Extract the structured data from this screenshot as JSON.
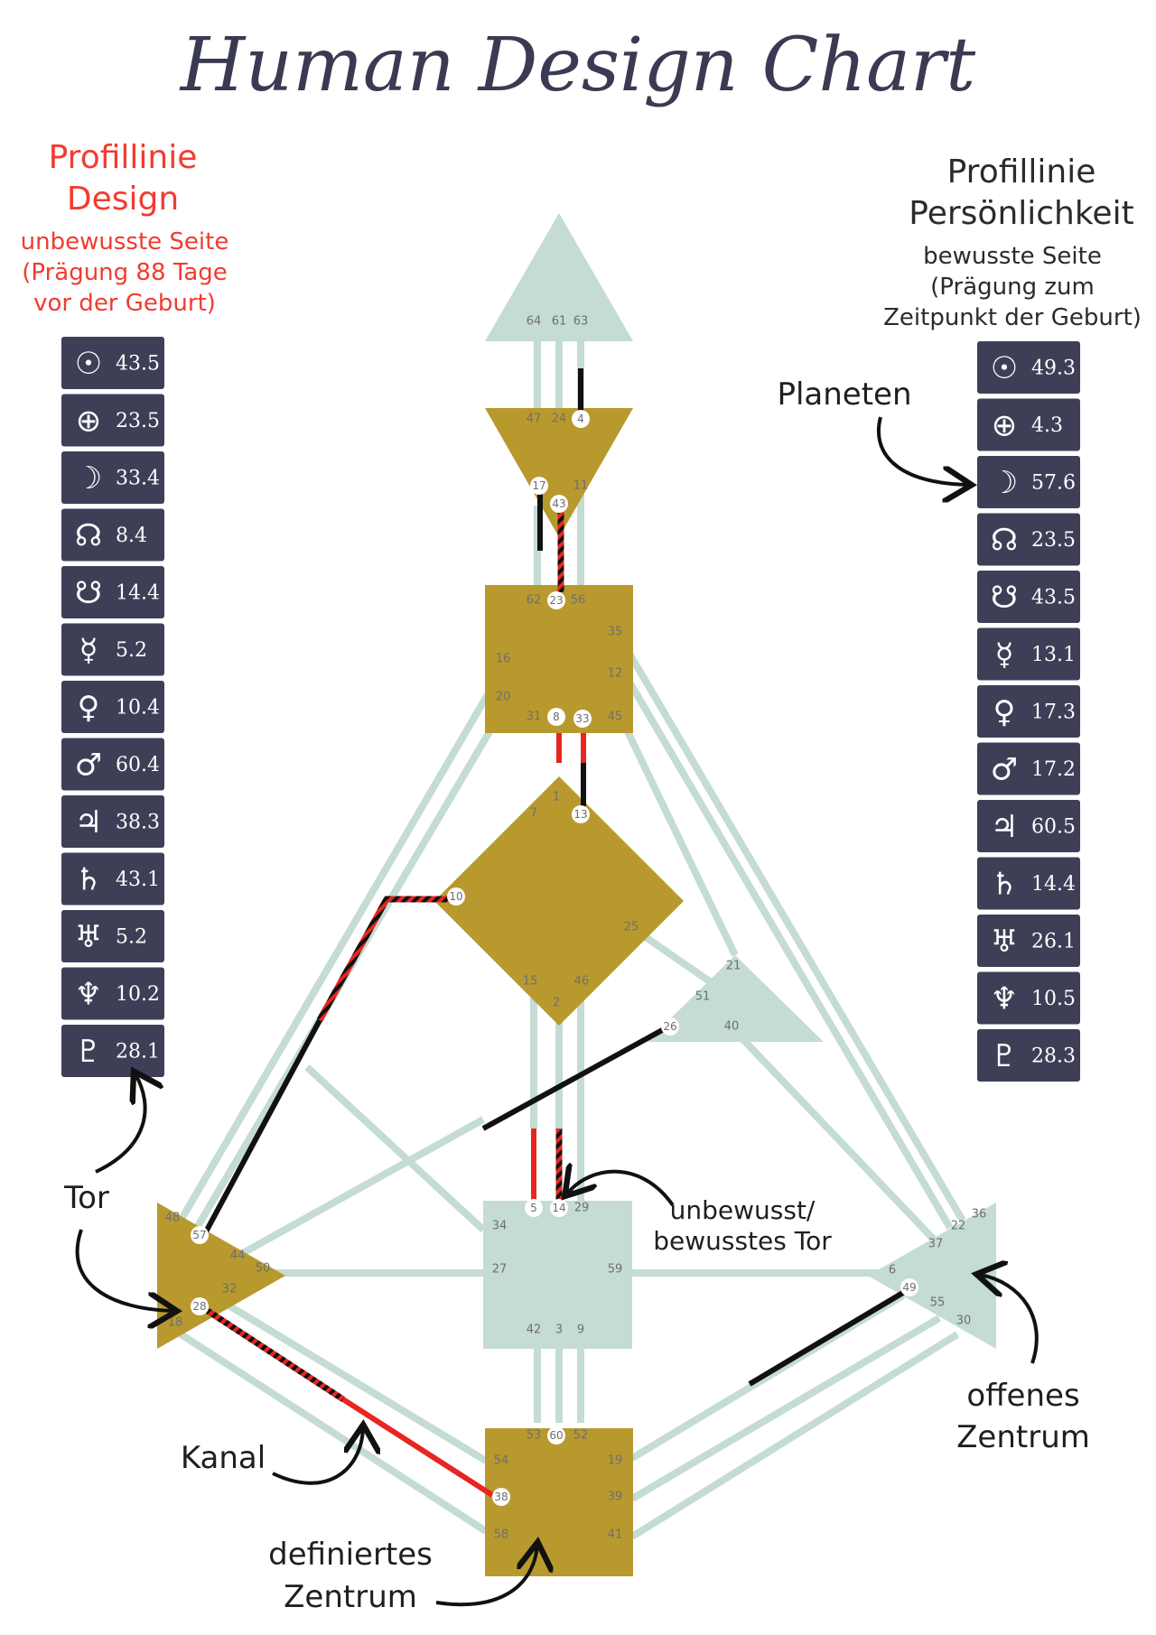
{
  "title": "Human Design Chart",
  "left": {
    "heading_1": "Profillinie",
    "heading_2": "Design",
    "sub_1": "unbewusste Seite",
    "sub_2": "(Prägung 88 Tage",
    "sub_3": "vor der Geburt)",
    "planets": [
      {
        "icon": "sun-icon",
        "glyph": "☉",
        "value": "43.5"
      },
      {
        "icon": "earth-icon",
        "glyph": "⊕",
        "value": "23.5"
      },
      {
        "icon": "moon-icon",
        "glyph": "☽",
        "value": "33.4"
      },
      {
        "icon": "north-node-icon",
        "glyph": "☊",
        "value": "8.4"
      },
      {
        "icon": "south-node-icon",
        "glyph": "☋",
        "value": "14.4"
      },
      {
        "icon": "mercury-icon",
        "glyph": "☿",
        "value": "5.2"
      },
      {
        "icon": "venus-icon",
        "glyph": "♀",
        "value": "10.4"
      },
      {
        "icon": "mars-icon",
        "glyph": "♂",
        "value": "60.4"
      },
      {
        "icon": "jupiter-icon",
        "glyph": "♃",
        "value": "38.3"
      },
      {
        "icon": "saturn-icon",
        "glyph": "♄",
        "value": "43.1"
      },
      {
        "icon": "uranus-icon",
        "glyph": "♅",
        "value": "5.2"
      },
      {
        "icon": "neptune-icon",
        "glyph": "♆",
        "value": "10.2"
      },
      {
        "icon": "pluto-icon",
        "glyph": "♇",
        "value": "28.1"
      }
    ]
  },
  "right": {
    "heading_1": "Profillinie",
    "heading_2": "Persönlichkeit",
    "sub_1": "bewusste Seite",
    "sub_2": "(Prägung zum",
    "sub_3": "Zeitpunkt der Geburt)",
    "planets": [
      {
        "icon": "sun-icon",
        "glyph": "☉",
        "value": "49.3"
      },
      {
        "icon": "earth-icon",
        "glyph": "⊕",
        "value": "4.3"
      },
      {
        "icon": "moon-icon",
        "glyph": "☽",
        "value": "57.6"
      },
      {
        "icon": "north-node-icon",
        "glyph": "☊",
        "value": "23.5"
      },
      {
        "icon": "south-node-icon",
        "glyph": "☋",
        "value": "43.5"
      },
      {
        "icon": "mercury-icon",
        "glyph": "☿",
        "value": "13.1"
      },
      {
        "icon": "venus-icon",
        "glyph": "♀",
        "value": "17.3"
      },
      {
        "icon": "mars-icon",
        "glyph": "♂",
        "value": "17.2"
      },
      {
        "icon": "jupiter-icon",
        "glyph": "♃",
        "value": "60.5"
      },
      {
        "icon": "saturn-icon",
        "glyph": "♄",
        "value": "14.4"
      },
      {
        "icon": "uranus-icon",
        "glyph": "♅",
        "value": "26.1"
      },
      {
        "icon": "neptune-icon",
        "glyph": "♆",
        "value": "10.5"
      },
      {
        "icon": "pluto-icon",
        "glyph": "♇",
        "value": "28.3"
      }
    ]
  },
  "annotations": {
    "planeten": "Planeten",
    "tor": "Tor",
    "kanal": "Kanal",
    "tor_type_1": "unbewusst/",
    "tor_type_2": "bewusstes Tor",
    "offenes_1": "offenes",
    "offenes_2": "Zentrum",
    "definiertes_1": "definiertes",
    "definiertes_2": "Zentrum"
  },
  "gates": {
    "head": [
      "64",
      "61",
      "63"
    ],
    "ajna": [
      "47",
      "24",
      "4",
      "17",
      "43",
      "11"
    ],
    "throat": [
      "62",
      "23",
      "56",
      "35",
      "16",
      "12",
      "20",
      "31",
      "8",
      "33",
      "45"
    ],
    "g": [
      "1",
      "7",
      "13",
      "10",
      "25",
      "15",
      "46",
      "2"
    ],
    "ego": [
      "21",
      "51",
      "26",
      "40"
    ],
    "spleen": [
      "48",
      "57",
      "44",
      "50",
      "32",
      "28",
      "18"
    ],
    "sacral": [
      "5",
      "14",
      "29",
      "34",
      "27",
      "59",
      "42",
      "3",
      "9"
    ],
    "solar": [
      "36",
      "22",
      "37",
      "6",
      "49",
      "55",
      "30"
    ],
    "root": [
      "53",
      "60",
      "52",
      "54",
      "19",
      "38",
      "39",
      "58",
      "41"
    ]
  },
  "colors": {
    "defined": "#b8992d",
    "open": "#c4dcd3",
    "channel_light": "#c4dcd3",
    "design_red": "#e8251f",
    "personality_black": "#111111",
    "panel_bg": "#3e3f57",
    "title": "#3a3b52"
  }
}
